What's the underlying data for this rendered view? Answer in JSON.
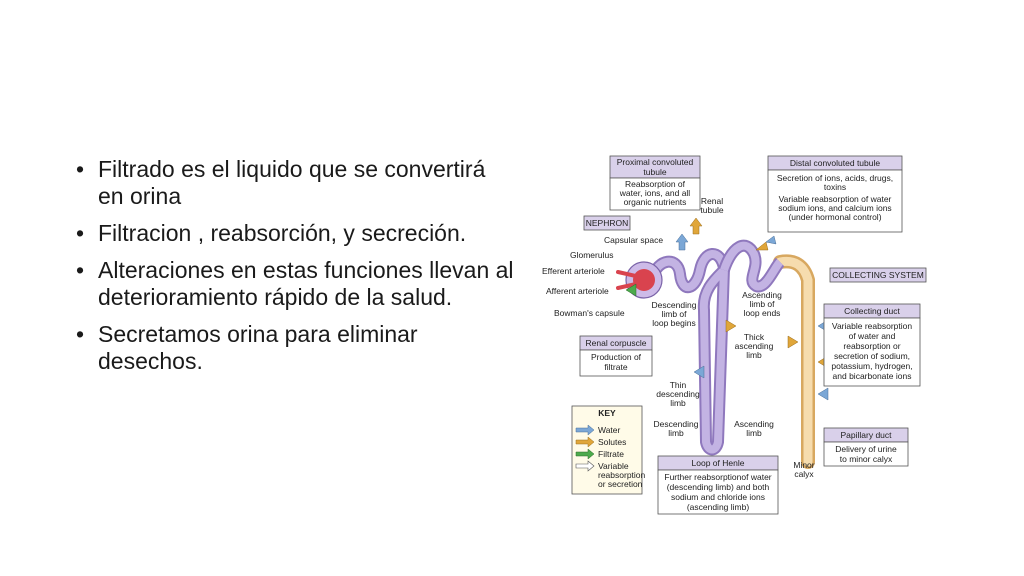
{
  "bullets": [
    "Filtrado es el liquido que se convertirá en orina",
    "Filtracion , reabsorción, y secreción.",
    "Alteraciones en estas funciones llevan al deterioramiento rápido de la salud.",
    "Secretamos orina para eliminar desechos."
  ],
  "diagram": {
    "pct": {
      "title": [
        "Proximal convoluted",
        "tubule"
      ],
      "body": [
        "Reabsorption of",
        "water, ions, and all",
        "organic nutrients"
      ]
    },
    "dct": {
      "title": "Distal convoluted tubule",
      "body": [
        "Secretion of ions, acids, drugs,",
        "toxins",
        "Variable reabsorption of water",
        "sodium ions, and calcium ions",
        "(under hormonal control)"
      ]
    },
    "nephron": "NEPHRON",
    "collecting_system": "COLLECTING SYSTEM",
    "collecting_duct": {
      "title": "Collecting duct",
      "body": [
        "Variable reabsorption",
        "of water and",
        "reabsorption or",
        "secretion of sodium,",
        "potassium, hydrogen,",
        "and bicarbonate ions"
      ]
    },
    "renal_corpuscle": {
      "title": "Renal corpuscle",
      "body": [
        "Production of",
        "filtrate"
      ]
    },
    "papillary_duct": {
      "title": "Papillary duct",
      "body": [
        "Delivery of urine",
        "to minor calyx"
      ]
    },
    "loop_of_henle": {
      "title": "Loop of Henle",
      "body": [
        "Further reabsorptionof water",
        "(descending limb) and both",
        "sodium and chloride ions",
        "(ascending limb)"
      ]
    },
    "key": {
      "title": "KEY",
      "items": [
        "Water",
        "Solutes",
        "Filtrate",
        "Variable",
        "reabsorption",
        "or secretion"
      ]
    },
    "labels": {
      "capsular_space": "Capsular space",
      "glomerulus": "Glomerulus",
      "efferent": "Efferent arteriole",
      "afferent": "Afferent arteriole",
      "bowmans": "Bowman's capsule",
      "renal_tubule": [
        "Renal",
        "tubule"
      ],
      "desc_begins": [
        "Descending",
        "limb of",
        "loop begins"
      ],
      "asc_ends": [
        "Ascending",
        "limb of",
        "loop ends"
      ],
      "thick_asc": [
        "Thick",
        "ascending",
        "limb"
      ],
      "thin_desc": [
        "Thin",
        "descending",
        "limb"
      ],
      "desc_limb": [
        "Descending",
        "limb"
      ],
      "asc_limb": [
        "Ascending",
        "limb"
      ],
      "minor_calyx": [
        "Minor",
        "calyx"
      ]
    },
    "colors": {
      "water": "#7ba7d6",
      "solutes": "#e0a63a",
      "filtrate": "#4caa4c",
      "tubule": "#b8a4dc",
      "duct": "#f3d2a0"
    }
  }
}
